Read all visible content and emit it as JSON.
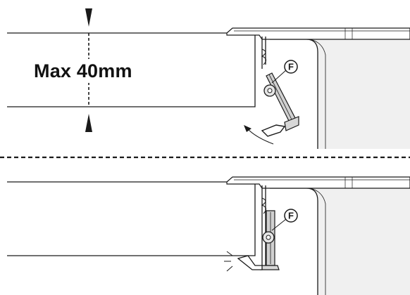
{
  "diagram": {
    "max_thickness_label": "Max 40mm",
    "callouts": {
      "fixing_clip_top": "F",
      "fixing_clip_bottom": "F"
    },
    "colors": {
      "line": "#1a1a1a",
      "appliance_fill": "#f0f0f0",
      "dashed_separator": "#1a1a1a"
    }
  }
}
